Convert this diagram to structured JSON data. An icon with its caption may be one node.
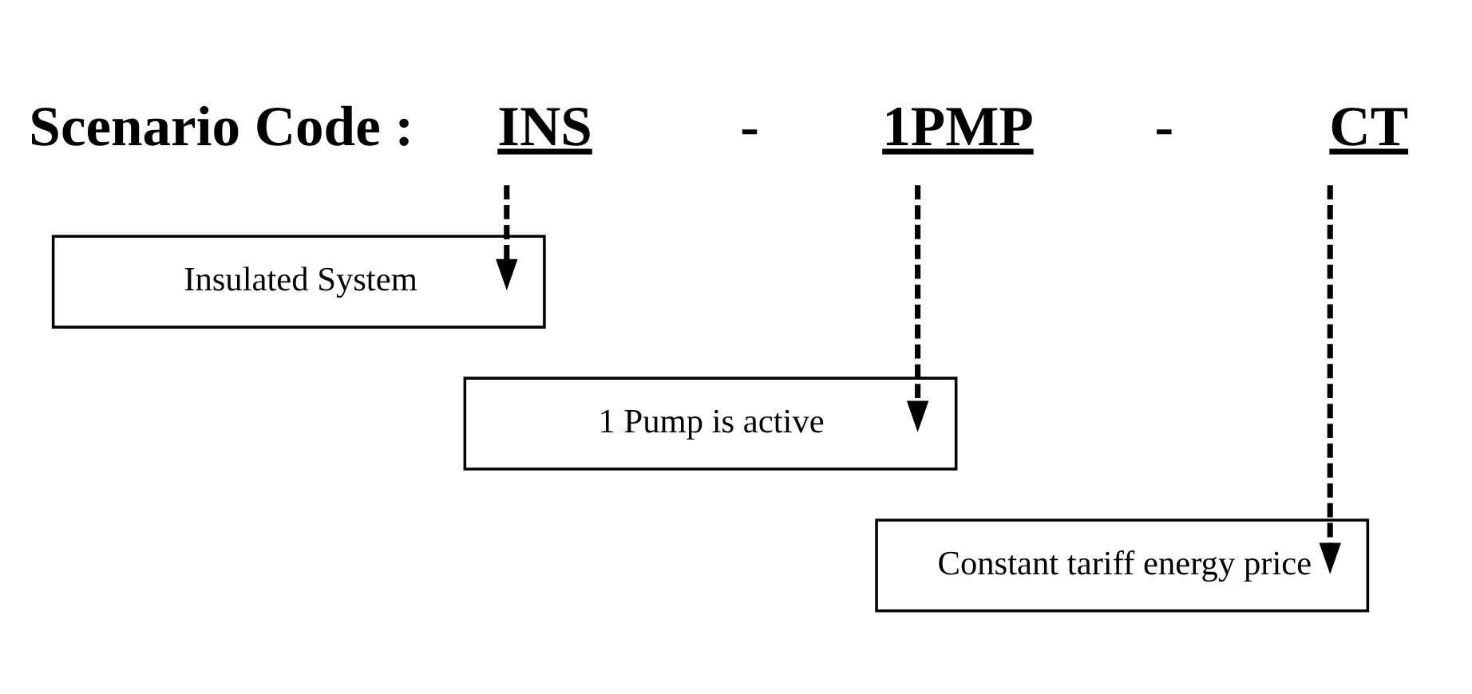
{
  "diagram": {
    "nodes": [
      {
        "text": [
          "INS"
        ]
      },
      {
        "text": [
          "1PMP"
        ]
      },
      {
        "text": [
          "CT"
        ]
      },
      {
        "text": [
          "Insulated System"
        ]
      },
      {
        "text": [
          "1 Pump is active"
        ]
      },
      {
        "text": [
          "Constant tariff energy price"
        ]
      }
    ],
    "edges": [
      {
        "from": 0,
        "to": 3,
        "arrow": "to",
        "style": "dashed"
      },
      {
        "from": 1,
        "to": 4,
        "arrow": "to",
        "style": "dashed"
      },
      {
        "from": 2,
        "to": 5,
        "arrow": "to",
        "style": "dashed"
      }
    ],
    "labels": [
      "Scenario Code :",
      "-",
      "-"
    ]
  }
}
